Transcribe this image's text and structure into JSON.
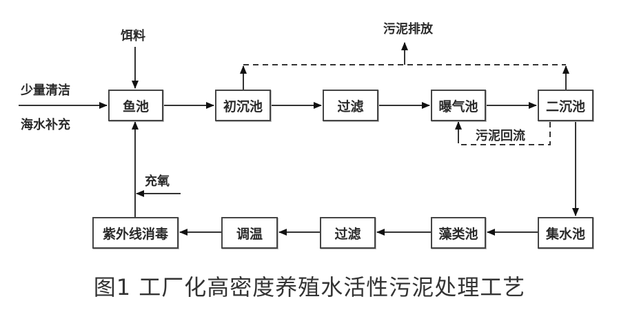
{
  "nodes": {
    "fish_pond": "鱼池",
    "primary_settling": "初沉池",
    "filter_top": "过滤",
    "aeration": "曝气池",
    "secondary_settling": "二沉池",
    "collection": "集水池",
    "algae": "藻类池",
    "filter_bottom": "过滤",
    "temperature": "调温",
    "uv": "紫外线消毒"
  },
  "labels": {
    "feed": "饵料",
    "seawater_line1": "少量清洁",
    "seawater_line2": "海水补充",
    "sludge_discharge": "污泥排放",
    "sludge_return": "污泥回流",
    "oxygenation": "充氧"
  },
  "caption": "图1  工厂化高密度养殖水活性污泥处理工艺"
}
